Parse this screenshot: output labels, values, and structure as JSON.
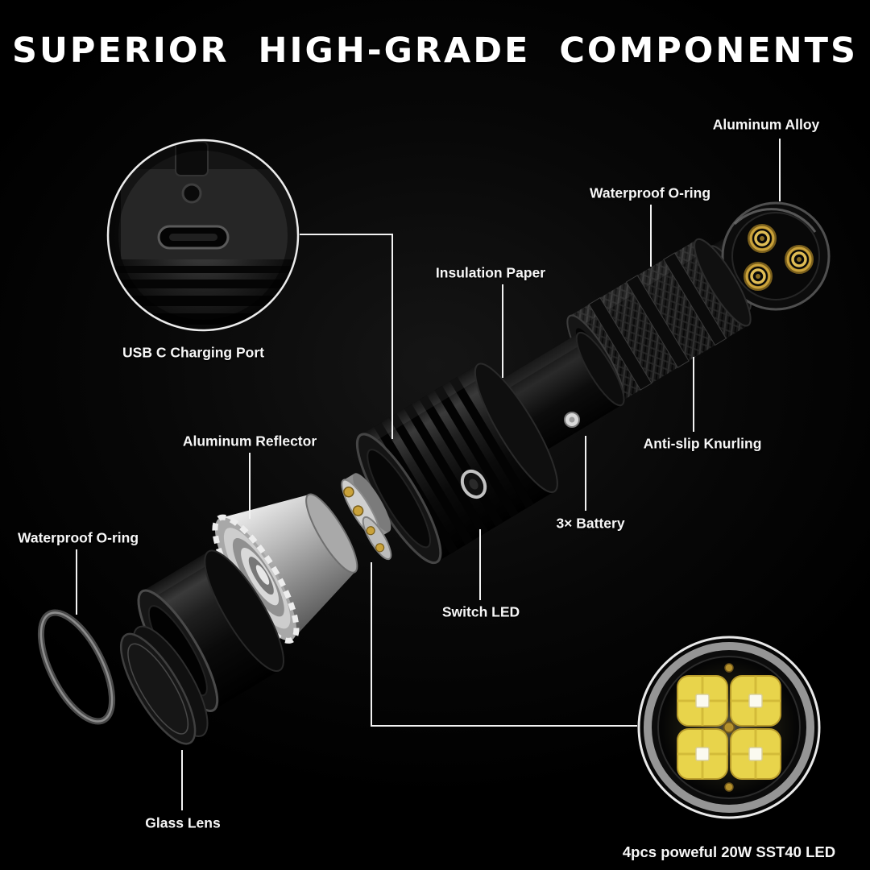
{
  "title": "SUPERIOR HIGH-GRADE COMPONENTS",
  "labels": {
    "aluminum_alloy": "Aluminum Alloy",
    "waterproof_oring_top": "Waterproof O-ring",
    "insulation_paper": "Insulation Paper",
    "usb_c_charging_port": "USB C Charging Port",
    "aluminum_reflector": "Aluminum Reflector",
    "anti_slip_knurling": "Anti-slip Knurling",
    "battery": "3× Battery",
    "switch_led": "Switch LED",
    "waterproof_oring_front": "Waterproof O-ring",
    "glass_lens": "Glass Lens",
    "led_caption": "4pcs poweful 20W SST40 LED"
  },
  "colors": {
    "background": "#000000",
    "text": "#ffffff",
    "led_yellow": "#e8d44b",
    "spring_gold": "#caa23a",
    "reflector_silver": "#c0c0c0",
    "leader_line": "#f2f2f2"
  }
}
